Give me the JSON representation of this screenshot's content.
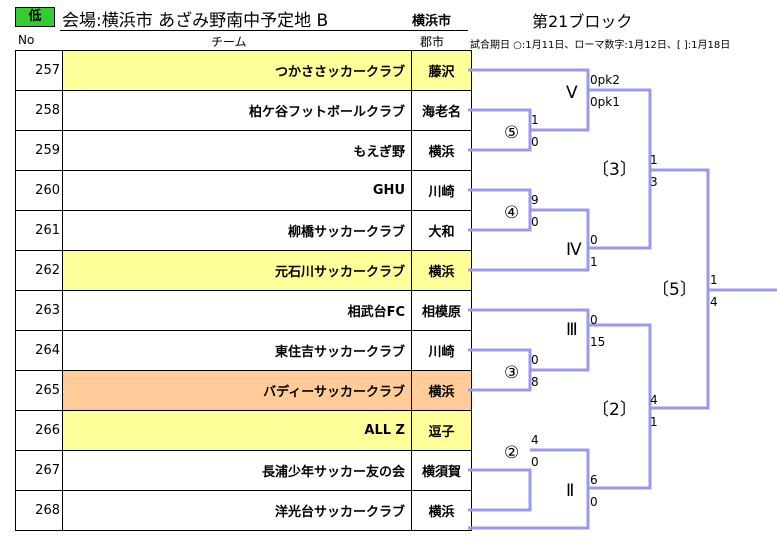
{
  "header": {
    "level": "低",
    "venue": "会場:横浜市 あざみ野南中予定地 B",
    "city": "横浜市",
    "block": "第21ブロック"
  },
  "columns": {
    "no": "No",
    "team": "チーム",
    "city": "郡市"
  },
  "legend": "試合期日 ○:1月11日、ローマ数字:1月12日、[ ]:1月18日",
  "teams": [
    {
      "no": "257",
      "name": "つかささッカークラブ",
      "city": "藤沢",
      "highlight": "seed"
    },
    {
      "no": "258",
      "name": "柏ケ谷フットボールクラブ",
      "city": "海老名",
      "highlight": ""
    },
    {
      "no": "259",
      "name": "もえぎ野",
      "city": "横浜",
      "highlight": ""
    },
    {
      "no": "260",
      "name": "GHU",
      "city": "川崎",
      "highlight": ""
    },
    {
      "no": "261",
      "name": "柳橋サッカークラブ",
      "city": "大和",
      "highlight": ""
    },
    {
      "no": "262",
      "name": "元石川サッカークラブ",
      "city": "横浜",
      "highlight": "seed"
    },
    {
      "no": "263",
      "name": "相武台FC",
      "city": "相模原",
      "highlight": ""
    },
    {
      "no": "264",
      "name": "東住吉サッカークラブ",
      "city": "川崎",
      "highlight": ""
    },
    {
      "no": "265",
      "name": "バディーサッカークラブ",
      "city": "横浜",
      "highlight": "low"
    },
    {
      "no": "266",
      "name": "ALL Z",
      "city": "逗子",
      "highlight": "seed"
    },
    {
      "no": "267",
      "name": "長浦少年サッカー友の会",
      "city": "横須賀",
      "highlight": ""
    },
    {
      "no": "268",
      "name": "洋光台サッカークラブ",
      "city": "横浜",
      "highlight": ""
    }
  ],
  "matches": {
    "m5": {
      "label": "⑤",
      "score_top": "1",
      "score_bottom": "0"
    },
    "m4": {
      "label": "④",
      "score_top": "9",
      "score_bottom": "0"
    },
    "m3": {
      "label": "③",
      "score_top": "0",
      "score_bottom": "8"
    },
    "m2": {
      "label": "②",
      "score_top": "4",
      "score_bottom": "0"
    },
    "mV": {
      "label": "Ⅴ",
      "score_top": "0pk2",
      "score_bottom": "0pk1"
    },
    "mIV": {
      "label": "Ⅳ",
      "score_top": "0",
      "score_bottom": "1"
    },
    "mIII": {
      "label": "Ⅲ",
      "score_top": "0",
      "score_bottom": "15"
    },
    "mII": {
      "label": "Ⅱ",
      "score_top": "6",
      "score_bottom": "0"
    },
    "s3": {
      "label": "〔3〕",
      "score_top": "1",
      "score_bottom": "3"
    },
    "s2": {
      "label": "〔2〕",
      "score_top": "4",
      "score_bottom": "1"
    },
    "f5": {
      "label": "〔5〕",
      "score_top": "1",
      "score_bottom": "4"
    }
  },
  "colors": {
    "seed": "#ffff99",
    "low": "#ffcc99",
    "bracket": "#9999ee",
    "level_badge": "#33cc33"
  }
}
